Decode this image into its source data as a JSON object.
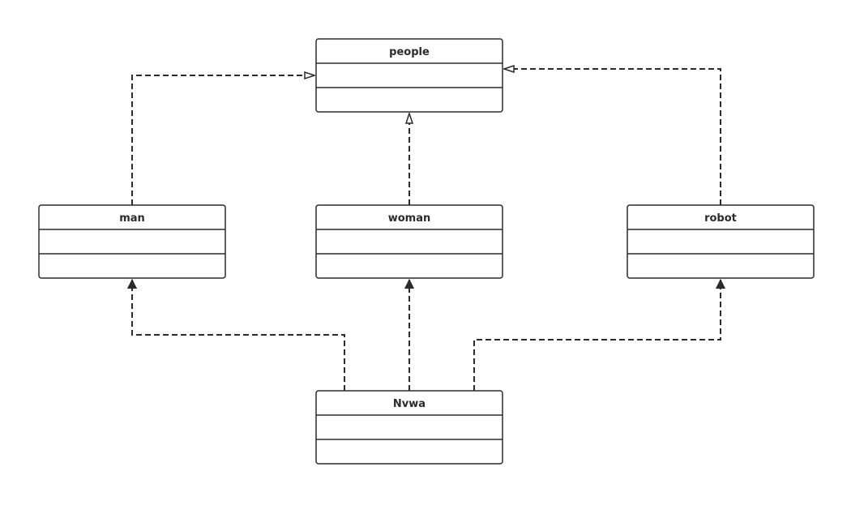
{
  "diagram": {
    "classes": {
      "people": {
        "name": "people"
      },
      "man": {
        "name": "man"
      },
      "woman": {
        "name": "woman"
      },
      "robot": {
        "name": "robot"
      },
      "nvwa": {
        "name": "Nvwa"
      }
    },
    "relations": [
      {
        "from": "man",
        "to": "people",
        "kind": "realization"
      },
      {
        "from": "woman",
        "to": "people",
        "kind": "realization"
      },
      {
        "from": "robot",
        "to": "people",
        "kind": "realization"
      },
      {
        "from": "nvwa",
        "to": "man",
        "kind": "dependency"
      },
      {
        "from": "nvwa",
        "to": "woman",
        "kind": "dependency"
      },
      {
        "from": "nvwa",
        "to": "robot",
        "kind": "dependency"
      }
    ],
    "colors": {
      "stroke": "#2b2b2b",
      "background": "#ffffff"
    }
  }
}
